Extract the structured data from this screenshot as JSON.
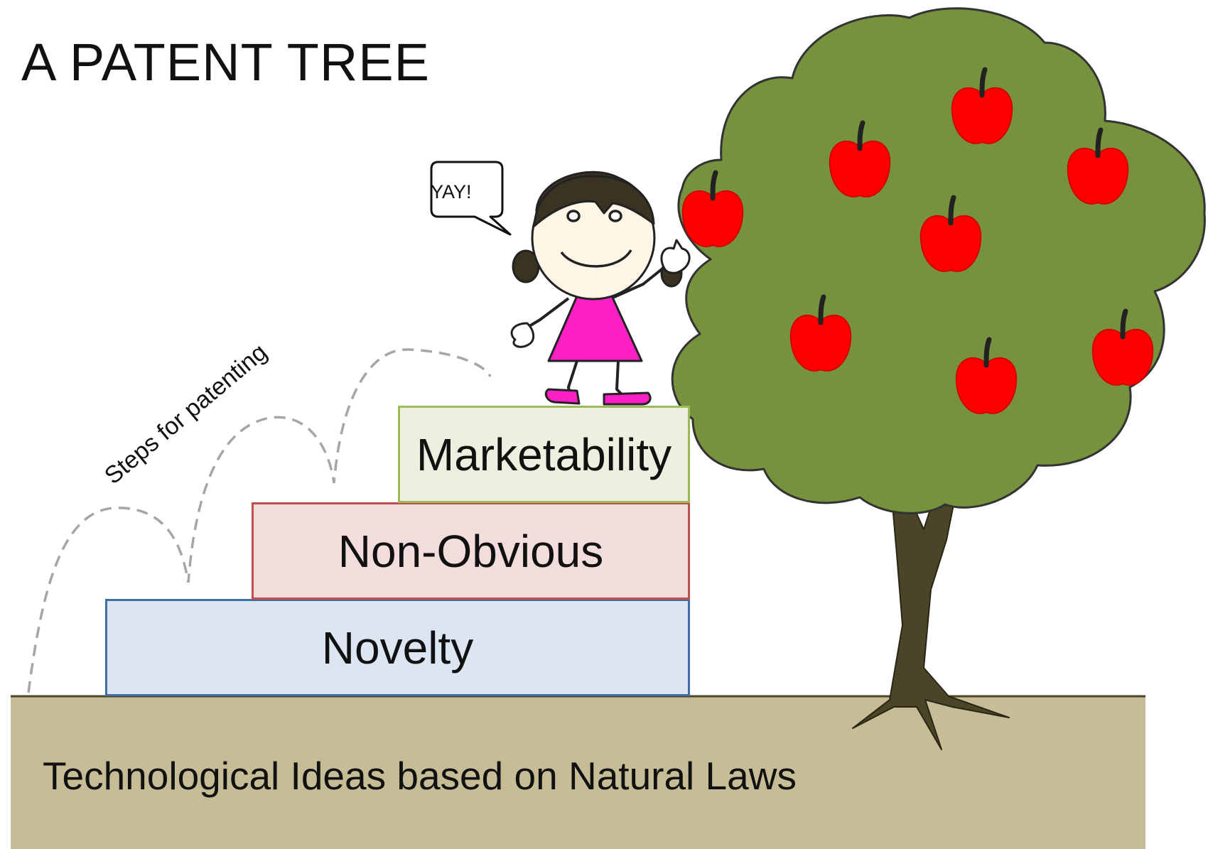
{
  "title": "A PATENT TREE",
  "path_label": "Steps for patenting",
  "speech": "YAY!",
  "steps": [
    {
      "label": "Novelty"
    },
    {
      "label": "Non-Obvious"
    },
    {
      "label": "Marketability"
    }
  ],
  "ground_label": "Technological Ideas based on Natural Laws",
  "colors": {
    "ground": "#c6bc96",
    "foliage": "#76923c",
    "trunk": "#4b4428",
    "apple": "#ff0000",
    "dress": "#ff1fc7",
    "novelty_fill": "#dce6f2",
    "nonobvious_fill": "#f2dcdc",
    "marketability_fill": "#ebf1de"
  },
  "icons": [
    "apple-icon",
    "girl-figure",
    "speech-bubble",
    "tree"
  ]
}
